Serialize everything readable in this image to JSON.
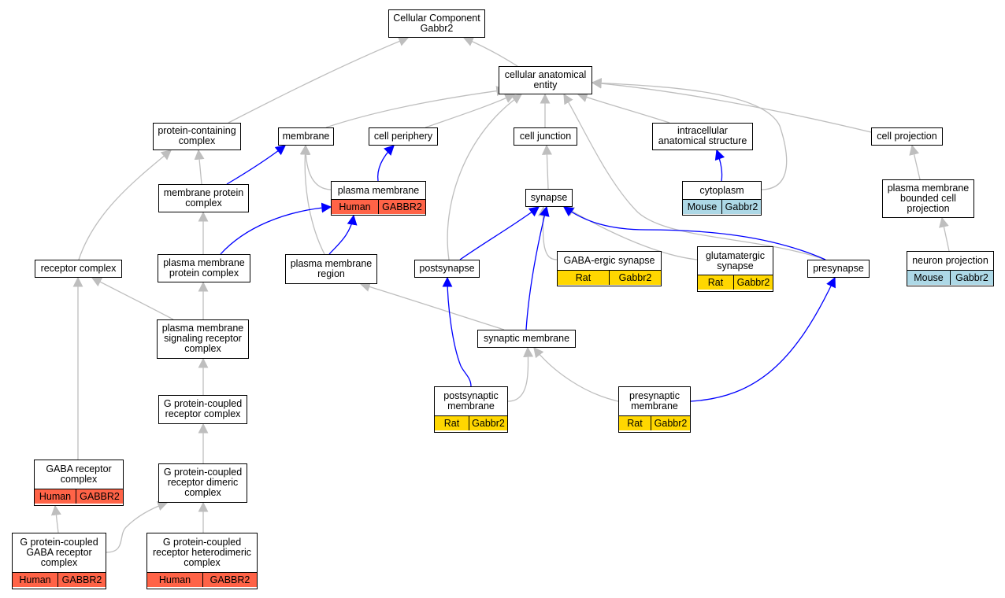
{
  "colors": {
    "human": "#ff6347",
    "rat": "#ffd700",
    "mouse": "#add8e6",
    "isa_edge": "#bebebe",
    "highlight_edge": "#0000ff"
  },
  "nodes": {
    "root": {
      "label": "Cellular Component\nGabbr2"
    },
    "cellular_anatomical_entity": {
      "label": "cellular anatomical\nentity"
    },
    "protein_containing_complex": {
      "label": "protein-containing\ncomplex"
    },
    "membrane": {
      "label": "membrane"
    },
    "cell_periphery": {
      "label": "cell periphery"
    },
    "cell_junction": {
      "label": "cell junction"
    },
    "intracellular_anatomical_structure": {
      "label": "intracellular\nanatomical structure"
    },
    "cell_projection": {
      "label": "cell projection"
    },
    "membrane_protein_complex": {
      "label": "membrane protein\ncomplex"
    },
    "plasma_membrane": {
      "label": "plasma membrane",
      "species": "Human",
      "gene": "GABBR2"
    },
    "synapse": {
      "label": "synapse"
    },
    "cytoplasm": {
      "label": "cytoplasm",
      "species": "Mouse",
      "gene": "Gabbr2"
    },
    "plasma_membrane_bounded_cell_projection": {
      "label": "plasma membrane\nbounded cell\nprojection"
    },
    "receptor_complex": {
      "label": "receptor complex"
    },
    "plasma_membrane_protein_complex": {
      "label": "plasma membrane\nprotein complex"
    },
    "plasma_membrane_region": {
      "label": "plasma membrane\nregion"
    },
    "postsynapse": {
      "label": "postsynapse"
    },
    "gaba_ergic_synapse": {
      "label": "GABA-ergic synapse",
      "species": "Rat",
      "gene": "Gabbr2"
    },
    "glutamatergic_synapse": {
      "label": "glutamatergic\nsynapse",
      "species": "Rat",
      "gene": "Gabbr2"
    },
    "presynapse": {
      "label": "presynapse"
    },
    "neuron_projection": {
      "label": "neuron projection",
      "species": "Mouse",
      "gene": "Gabbr2"
    },
    "plasma_membrane_signaling_receptor_complex": {
      "label": "plasma membrane\nsignaling receptor\ncomplex"
    },
    "synaptic_membrane": {
      "label": "synaptic membrane"
    },
    "g_protein_coupled_receptor_complex": {
      "label": "G protein-coupled\nreceptor complex"
    },
    "postsynaptic_membrane": {
      "label": "postsynaptic\nmembrane",
      "species": "Rat",
      "gene": "Gabbr2"
    },
    "presynaptic_membrane": {
      "label": "presynaptic\nmembrane",
      "species": "Rat",
      "gene": "Gabbr2"
    },
    "gaba_receptor_complex": {
      "label": "GABA receptor\ncomplex",
      "species": "Human",
      "gene": "GABBR2"
    },
    "g_protein_coupled_receptor_dimeric_complex": {
      "label": "G protein-coupled\nreceptor dimeric\ncomplex"
    },
    "g_protein_coupled_gaba_receptor_complex": {
      "label": "G protein-coupled\nGABA receptor\ncomplex",
      "species": "Human",
      "gene": "GABBR2"
    },
    "g_protein_coupled_receptor_heterodimeric_complex": {
      "label": "G protein-coupled\nreceptor heterodimeric\ncomplex",
      "species": "Human",
      "gene": "GABBR2"
    }
  }
}
